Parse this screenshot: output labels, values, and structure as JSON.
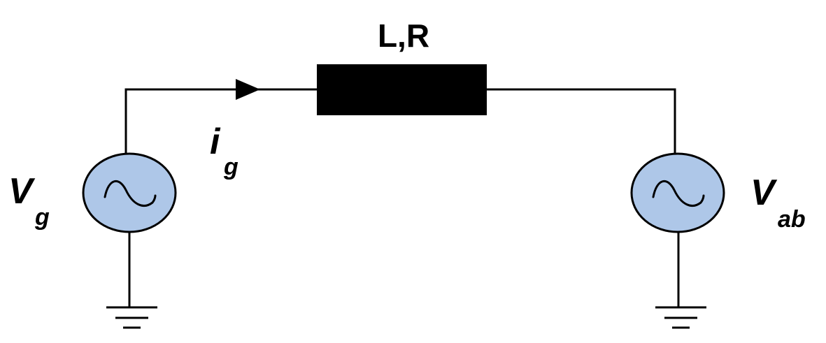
{
  "impedance_label": "L,R",
  "source_left": {
    "main": "V",
    "sub": "g"
  },
  "current": {
    "main": "i",
    "sub": "g"
  },
  "source_right": {
    "main": "V",
    "sub": "ab"
  },
  "colors": {
    "source_fill": "#aec7e8",
    "impedance_fill": "#000000",
    "wire": "#000000"
  },
  "icons": {
    "source_symbol": "sine-wave-icon",
    "ground_symbol": "ground-icon",
    "direction_symbol": "arrow-right-icon"
  }
}
